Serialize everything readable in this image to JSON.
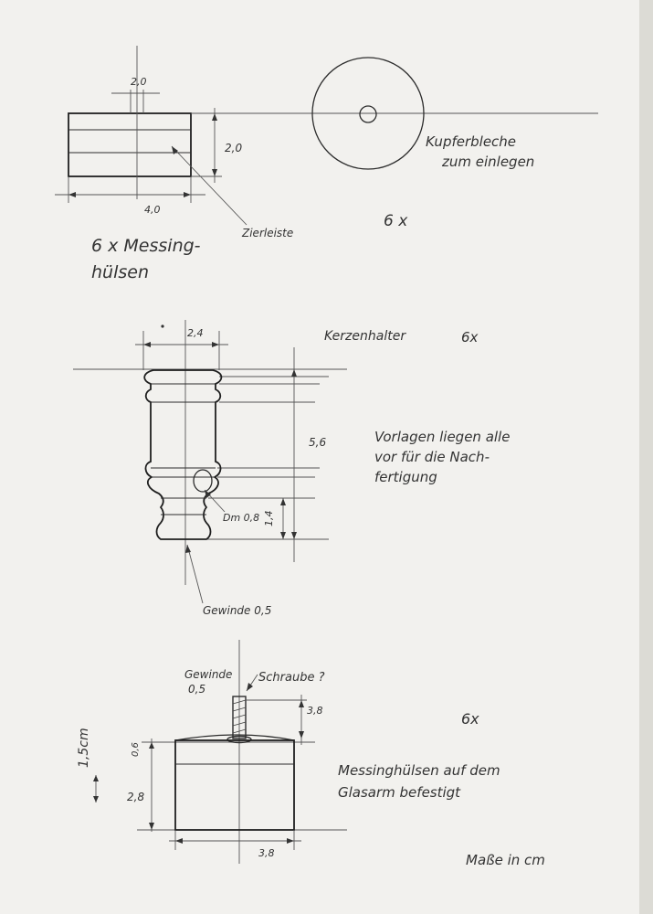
{
  "drawing1": {
    "dim_hole_top": "2,0",
    "dim_height": "2,0",
    "dim_width": "4,0",
    "label_zierleiste": "Zierleiste",
    "label_count_l1": "6 x Messing-",
    "label_count_l2": "hülsen"
  },
  "disc": {
    "label_l1": "Kupferbleche",
    "label_l2": "zum einlegen",
    "count": "6 x"
  },
  "drawing2": {
    "title": "Kerzenhalter",
    "count": "6x",
    "dim_top": "2,4",
    "dim_height": "5,6",
    "dim_base": "1,4",
    "label_dm": "Dm 0,8",
    "label_gewinde": "Gewinde 0,5",
    "note_l1": "Vorlagen liegen alle",
    "note_l2": "vor für die Nach-",
    "note_l3": "fertigung"
  },
  "drawing3": {
    "label_gewinde_l1": "Gewinde",
    "label_gewinde_l2": "0,5",
    "label_schraube": "Schraube ?",
    "dim_screw": "3,8",
    "dim_small": "0,6",
    "dim_height": "2,8",
    "dim_width": "3,8",
    "side_note": "1,5cm",
    "count": "6x",
    "note_l1": "Messinghülsen auf dem",
    "note_l2": "Glasarm befestigt"
  },
  "footer": {
    "units": "Maße in cm"
  }
}
